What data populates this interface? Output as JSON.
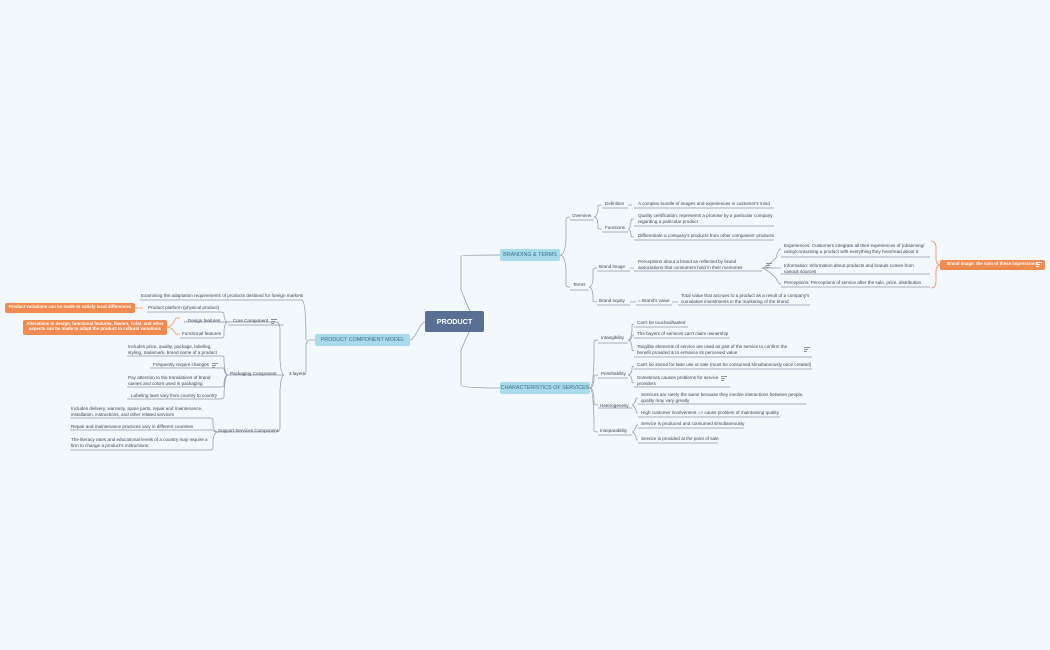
{
  "center": "PRODUCT",
  "branches": {
    "branding": "BRANDING & TERMS",
    "services": "CHARACTERISTICS OF SERVICES",
    "component": "PRODUCT COMPONENT MODEL"
  },
  "branding": {
    "overview": "Overview",
    "definition": "Definition",
    "definition_text": "A complex bundle of images and experiences in customer's mind",
    "functions": "Functions",
    "functions_1": "Quality certification; represents a promise by a particular company regarding a particular product",
    "functions_2": "Differentiate a company's products from other companies' products",
    "terms": "Terms",
    "brand_image": "Brand image",
    "brand_image_text": "Perceptions about a brand as reflected by brand associations that consumers hold in their memories",
    "experiences": "Experiences: Customers integrate all their experiences of (observing/ using/consuming a product with everything they hear/read about it",
    "information": "Information: Information about products and brands comes from various sources",
    "perceptions": "Perceptions: Perceptions of service after the sale, price, distribution",
    "brand_image_callout": "Brand image: the sum of these impressions",
    "brand_equity": "Brand equity",
    "brand_value": "= Brand's value",
    "brand_value_text": "Total value that accrues to a product as a result of a company's cumulative investments in the marketing of the brand"
  },
  "services": {
    "intangibility": "Intangibility",
    "int_1": "Can't be touched/tasted",
    "int_2": "The buyers of services can't claim ownership",
    "int_3": "Tangible elements of service are used as part of the service to confirm the benefit provided & to enhance its perceived value",
    "perishability": "Perishability",
    "per_1": "Can't be stored for later use or sale (must be consumed simultaneously once created)",
    "per_2": "Sometimes causes problems for service providers",
    "heterogeneity": "Heterogeneity",
    "het_1": "Services are rarely the same because they involve interactions between people, quality may vary greatly",
    "het_2": "High customer involvement => cause problem of maintaining quality",
    "inseparability": "Inseparability",
    "ins_1": "Service is produced and consumed simultaneously",
    "ins_2": "Service is provided at the point of sale"
  },
  "component": {
    "layers": "3 layers",
    "examining": "Examining the adaptation requirements of products destined for foreign markets",
    "core": "Core Component",
    "platform": "Product platform (physical product)",
    "design": "Design features",
    "functional": "Functional features",
    "callout_1": "Product variations can be made to satisfy local differences",
    "callout_2": "Alterations in design, functional features, flavors, color, and other aspects can be made to adapt the product to cultural variations",
    "packaging": "Packaging Component",
    "pack_1": "Includes price, quality, package, labeling, styling, trademark, brand name of a product",
    "pack_2": "Frequently require changes",
    "pack_3": "Pay attention to the translations of brand names and colors used in packaging",
    "pack_4": "Labeling laws vary from country to country",
    "support": "Support Services Component",
    "sup_1": "Includes delivery, warranty, spare parts, repair and maintenance, installation, instructions, and other related services",
    "sup_2": "Repair and maintenance practices vary in different countries",
    "sup_3": "The literacy rates and educational levels of a country may require a firm to change a product's instructions"
  },
  "colors": {
    "center": "#5a6f94",
    "branch": "#a8dcec",
    "callout": "#f28b51",
    "background": "#f3f8fc"
  },
  "icons": [
    "note-icon"
  ]
}
